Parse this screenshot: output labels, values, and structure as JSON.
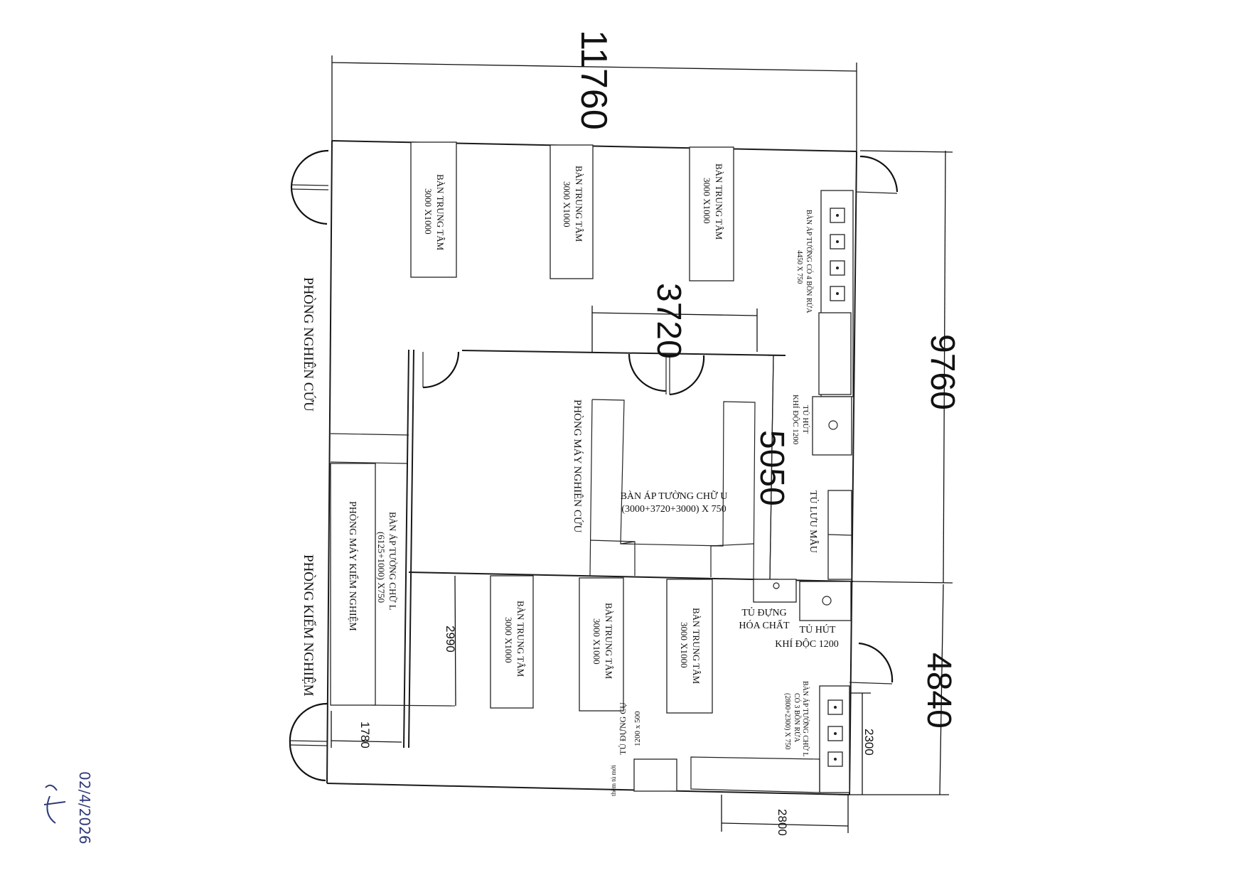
{
  "dimensions": {
    "total_width": "11760",
    "total_height": "9760",
    "lower_height": "4840",
    "machine_room_width": "3720",
    "machine_room_height": "5050",
    "dim_2990": "2990",
    "dim_1780": "1780",
    "dim_2300": "2300",
    "dim_2800": "2800"
  },
  "rooms": {
    "research": "PHÒNG NGHIÊN CỨU",
    "testing": "PHÒNG KIỂM NGHIỆM",
    "research_machine": "PHÒNG MÁY NGHIÊN CỨU",
    "testing_machine": "PHÒNG MÁY KIỂM NGHIỆM"
  },
  "furniture": {
    "center_table_label": "BÀN TRUNG TÂM",
    "center_table_size": "3000 X1000",
    "sink4_line1": "BÀN ÁP TƯỜNG CÓ 4 BỒN RỬA",
    "sink4_line2": "4450 X 750",
    "hood1_line1": "TỦ HÚT",
    "hood1_line2": "KHÍ ĐỘC 1200",
    "sample_cabinet": "TỦ LƯU MẪU",
    "u_table_line1": "BÀN ÁP TƯỜNG CHỮ U",
    "u_table_line2": "(3000+3720+3000) X 750",
    "l_table_line1": "BÀN ÁP TƯỜNG CHỮ L",
    "l_table_line2": "(6125+1000) X750",
    "chem_cabinet_line1": "TỦ ĐỰNG",
    "chem_cabinet_line2": "HÓA CHẤT",
    "hood2_line1": "TỦ HÚT",
    "hood2_line2": "KHÍ ĐỘC 1200",
    "sink3_line1": "BÀN ÁP TƯỜNG CHỮ L",
    "sink3_line2": "CÓ 3 BỒN RỬA",
    "sink3_line3": "(2800+2300) X 750",
    "tool_cabinet_line1": "TỦ ĐỰNG CỤ",
    "tool_cabinet_line2": "1200 x 500",
    "tool_cabinet_note": "thêm tủ mới"
  },
  "annotation": {
    "date": "02/4/2026",
    "signature": "7L"
  }
}
